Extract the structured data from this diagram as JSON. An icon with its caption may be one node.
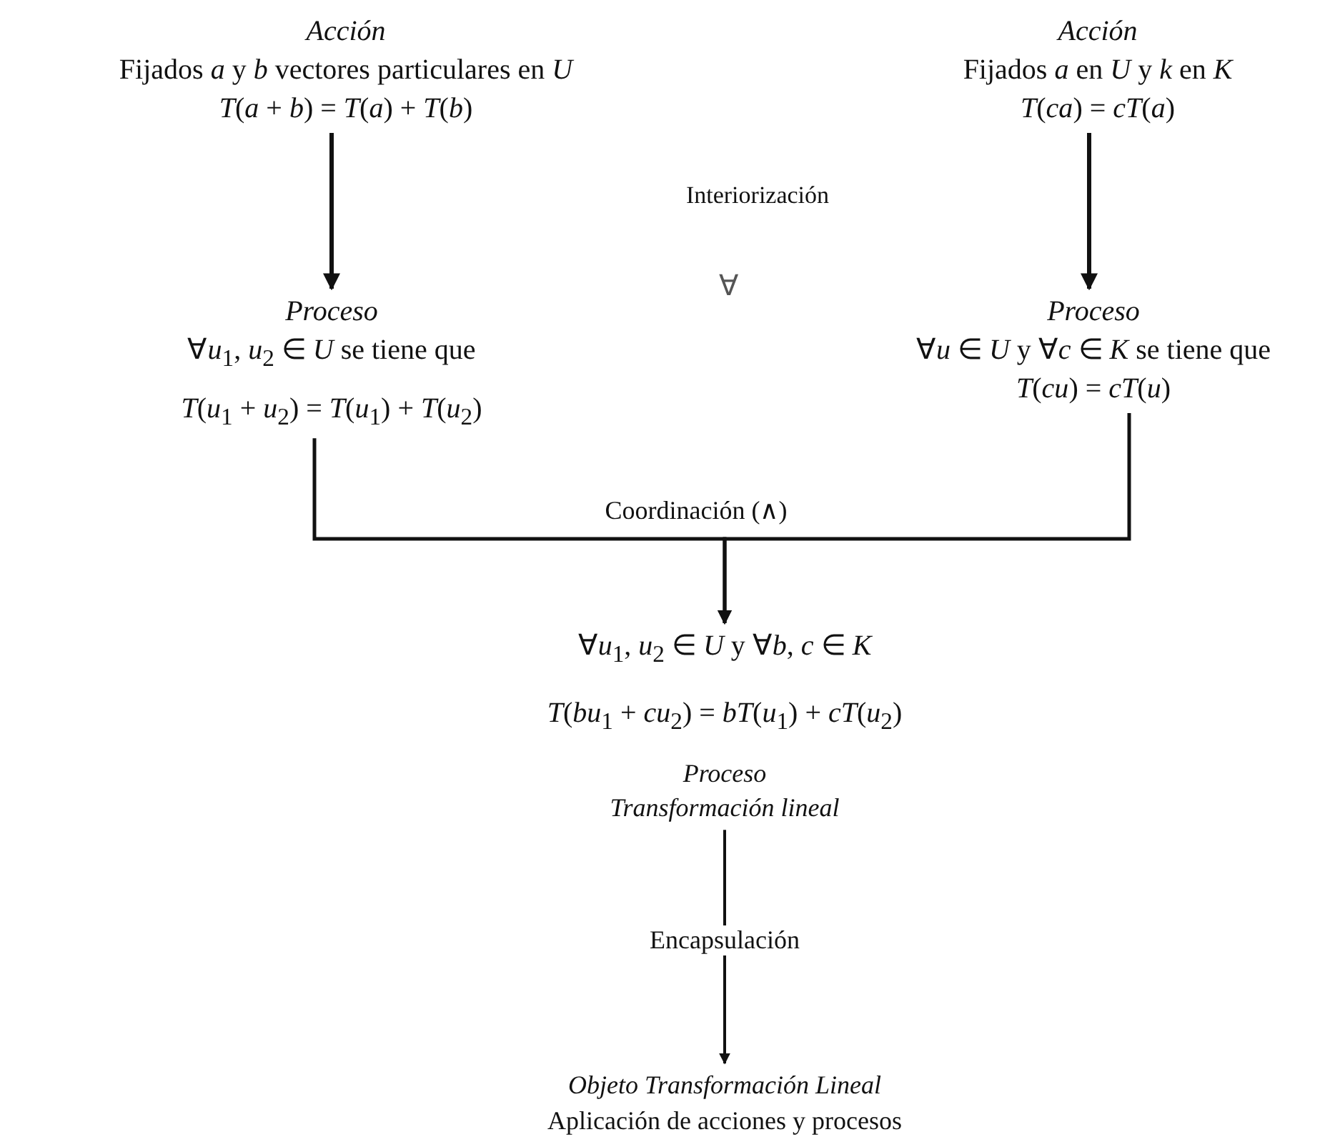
{
  "diagram": {
    "nodes": [
      {
        "text": [
          "Acción",
          "Fijados *a* y *b* vectores particulares en *U*",
          "*T*(*a* + *b*) = *T*(*a*) + *T*(*b*)"
        ]
      },
      {
        "text": [
          "Acción",
          "Fijados *a* en *U* y *k* en *K*",
          "*T*(*ca*) = *cT*(*a*)"
        ]
      },
      {
        "text": [
          "Proceso",
          "∀*u*$_{1}$, *u*$_{2}$ ∈ *U* se tiene que",
          "*T*(*u*$_{1}$ + *u*$_{2}$) = *T*(*u*$_{1}$) + *T*(*u*$_{2}$)"
        ]
      },
      {
        "text": [
          "Proceso",
          "∀*u* ∈ *U* y ∀*c* ∈ *K* se tiene que",
          "*T*(*cu*) = *cT*(*u*)"
        ]
      },
      {
        "text": [
          "∀*u*$_{1}$, *u*$_{2}$ ∈ *U* y ∀*b*, *c* ∈ *K*",
          "*T*(*bu*$_{1}$ + *cu*$_{2}$) = *bT*(*u*$_{1}$) + *cT*(*u*$_{2}$)",
          "Proceso",
          "Transformación lineal"
        ]
      },
      {
        "text": [
          "Objeto Transformación Lineal",
          "Aplicación de acciones y procesos"
        ]
      }
    ],
    "edges": [
      {
        "from": 0,
        "to": 2,
        "arrow": "to"
      },
      {
        "from": 1,
        "to": 3,
        "arrow": "to"
      },
      {
        "from": 2,
        "to": 4,
        "arrow": "to",
        "label": "Coordinación (∧)"
      },
      {
        "from": 3,
        "to": 4,
        "arrow": "to"
      },
      {
        "from": 4,
        "to": 5,
        "arrow": "to",
        "label": "Encapsulación"
      }
    ],
    "labels": [
      "Interiorización",
      "∀"
    ]
  }
}
